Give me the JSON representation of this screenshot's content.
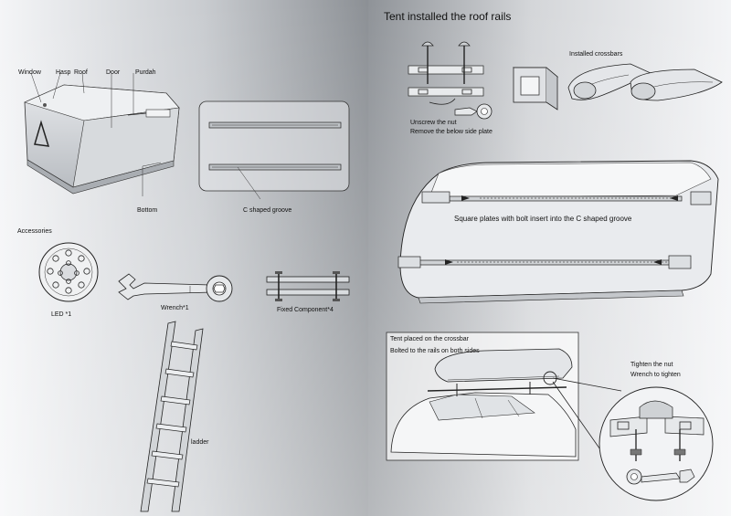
{
  "left_panel": {
    "tent_labels": {
      "window": "Window",
      "hasp": "Hasp",
      "roof": "Roof",
      "door": "Door",
      "purdah": "Purdah",
      "bottom": "Bottom"
    },
    "groove_label": "C shaped groove",
    "accessories_heading": "Accessories",
    "led": "LED *1",
    "wrench": "Wrench*1",
    "fixed_component": "Fixed Component*4",
    "ladder": "ladder"
  },
  "right_panel": {
    "title": "Tent installed the roof rails",
    "installed_crossbars": "Installed crossbars",
    "unscrew_nut": "Unscrew the nut",
    "remove_plate": "Remove the below side plate",
    "square_plates": "Square plates with bolt insert into the C shaped groove",
    "tent_placed": "Tent placed on the crossbar",
    "bolted_rails": "Bolted to the rails on both sides",
    "tighten_nut": "Tighten the nut",
    "wrench_tighten": "Wrench to tighten"
  }
}
